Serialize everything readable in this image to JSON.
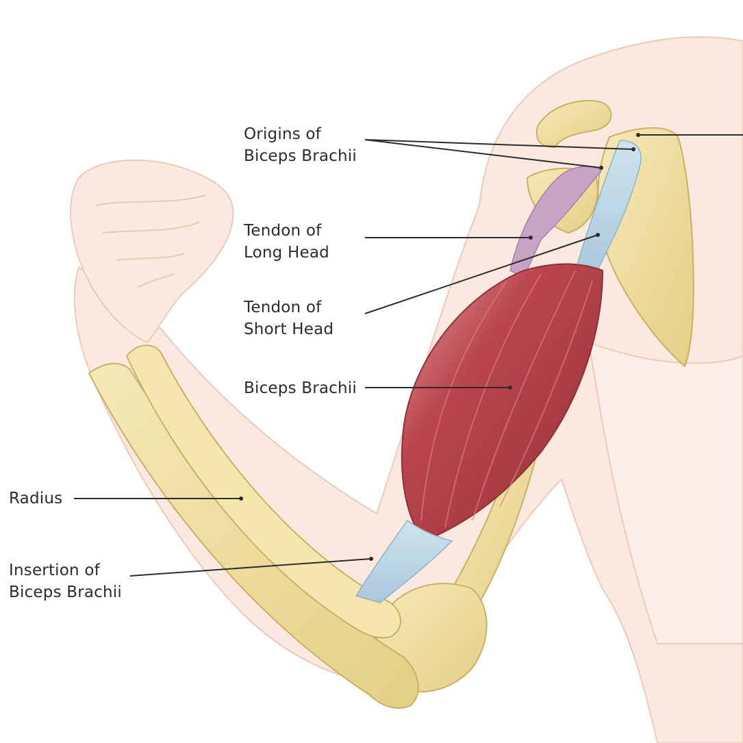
{
  "diagram": {
    "labels": {
      "origins": {
        "line1": "Origins of",
        "line2": "Biceps Brachii"
      },
      "tendon_long": {
        "line1": "Tendon of",
        "line2": "Long Head"
      },
      "tendon_short": {
        "line1": "Tendon of",
        "line2": "Short Head"
      },
      "biceps": {
        "line1": "Biceps Brachii"
      },
      "radius": {
        "line1": "Radius"
      },
      "insertion": {
        "line1": "Insertion of",
        "line2": "Biceps Brachii"
      }
    },
    "colors": {
      "skin": "#fbe9df",
      "skin_outline": "#eec9b7",
      "bone": "#f0dfa0",
      "bone_shade": "#d9c27a",
      "muscle": "#b4474c",
      "muscle_light": "#d98585",
      "tendon": "#b9d6e6",
      "leader": "#2b2b2b"
    }
  }
}
